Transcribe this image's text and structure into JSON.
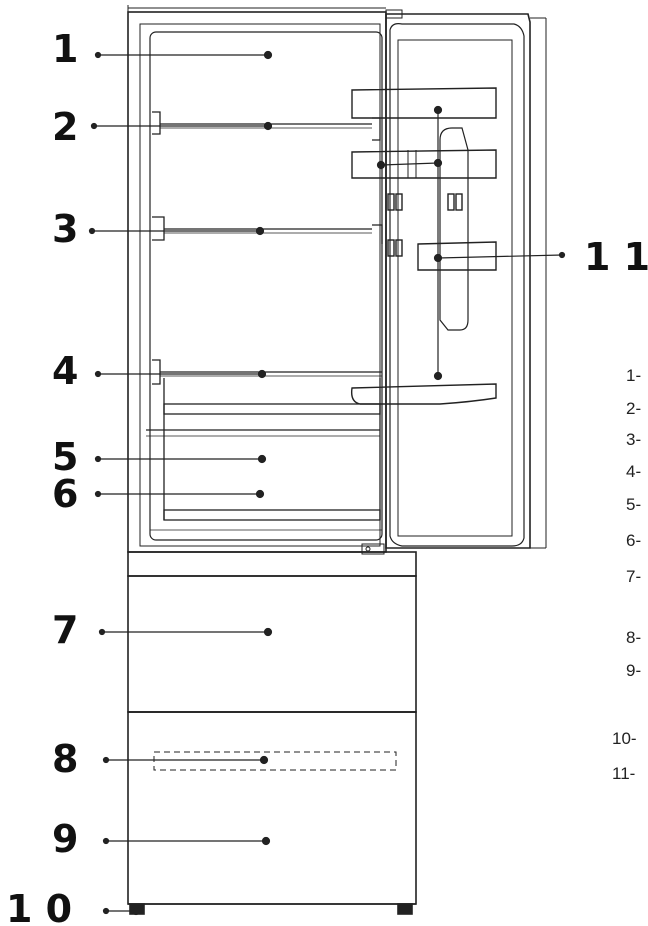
{
  "callouts": {
    "c1": "1",
    "c2": "2",
    "c3": "3",
    "c4": "4",
    "c5": "5",
    "c6": "6",
    "c7": "7",
    "c8": "8",
    "c9": "9",
    "c10": "1 0",
    "c11": "1 1"
  },
  "legend": {
    "l1": "1-",
    "l2": "2-",
    "l3": "3-",
    "l4": "4-",
    "l5": "5-",
    "l6": "6-",
    "l7": "7-",
    "l8": "8-",
    "l9": "9-",
    "l10": "10-",
    "l11": "11-"
  }
}
